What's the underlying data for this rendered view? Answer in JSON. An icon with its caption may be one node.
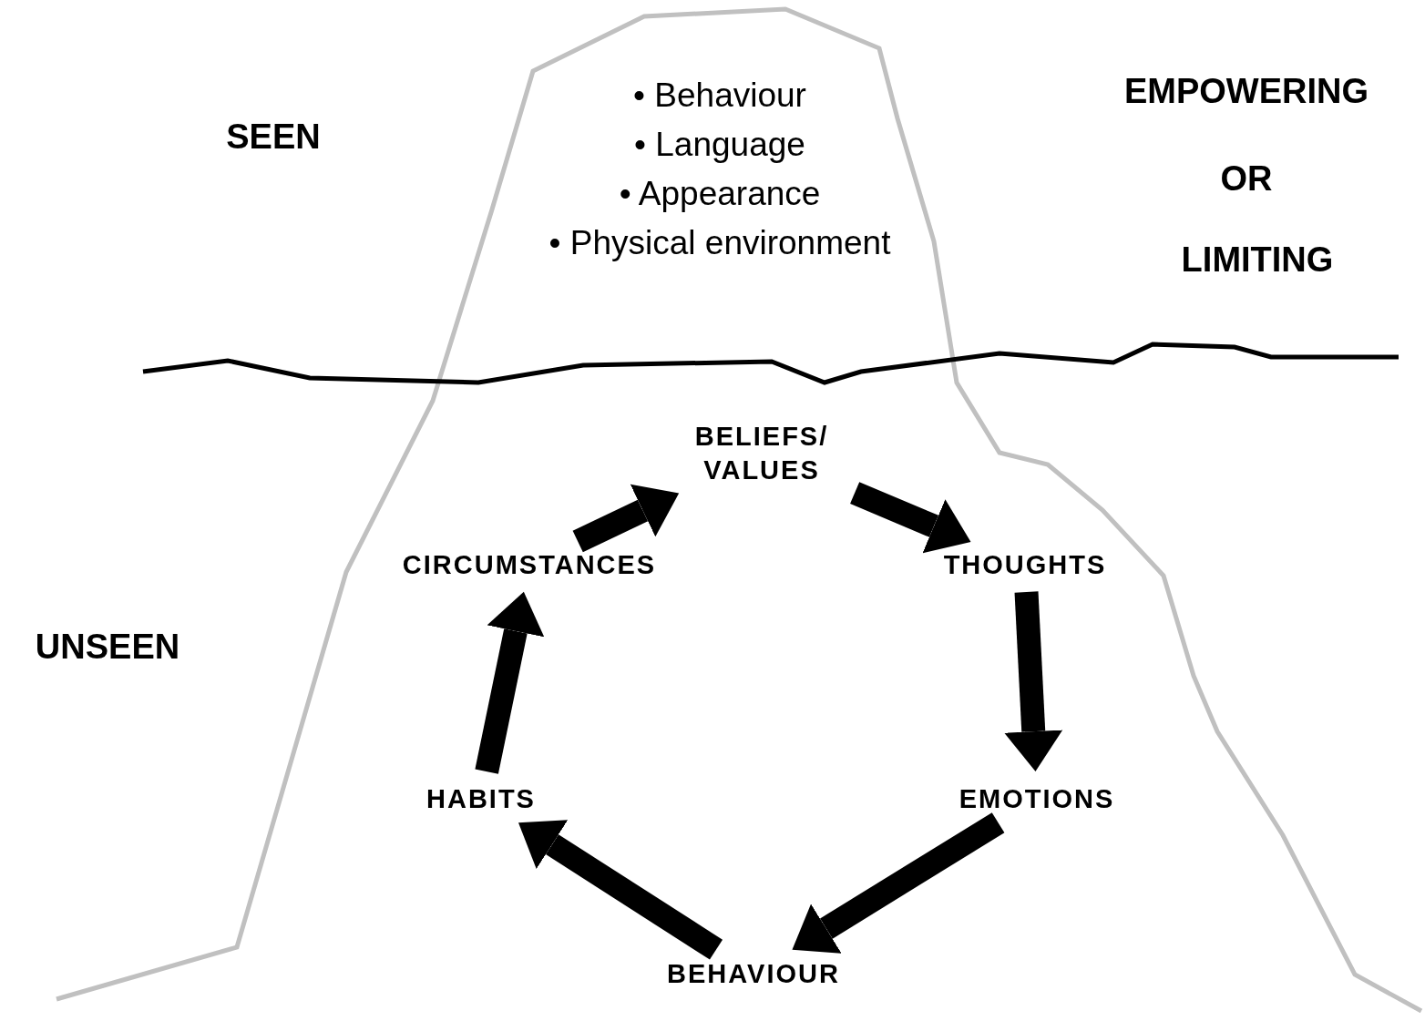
{
  "diagram": {
    "nodes": [
      {
        "text": [
          "BELIEFS/ VALUES"
        ]
      },
      {
        "text": [
          "THOUGHTS"
        ]
      },
      {
        "text": [
          "EMOTIONS"
        ]
      },
      {
        "text": [
          "BEHAVIOUR"
        ]
      },
      {
        "text": [
          "HABITS"
        ]
      },
      {
        "text": [
          "CIRCUMSTANCES"
        ]
      }
    ],
    "edges": [
      {
        "from": 0,
        "to": 1,
        "arrow": "to"
      },
      {
        "from": 1,
        "to": 2,
        "arrow": "to"
      },
      {
        "from": 2,
        "to": 3,
        "arrow": "to"
      },
      {
        "from": 3,
        "to": 4,
        "arrow": "to"
      },
      {
        "from": 4,
        "to": 5,
        "arrow": "to"
      },
      {
        "from": 5,
        "to": 0,
        "arrow": "to"
      }
    ],
    "labels": [
      "• Behaviour",
      "• Language",
      "• Appearance",
      "• Physical environment",
      "SEEN",
      "EMPOWERING",
      "OR",
      "LIMITING",
      "UNSEEN"
    ]
  }
}
